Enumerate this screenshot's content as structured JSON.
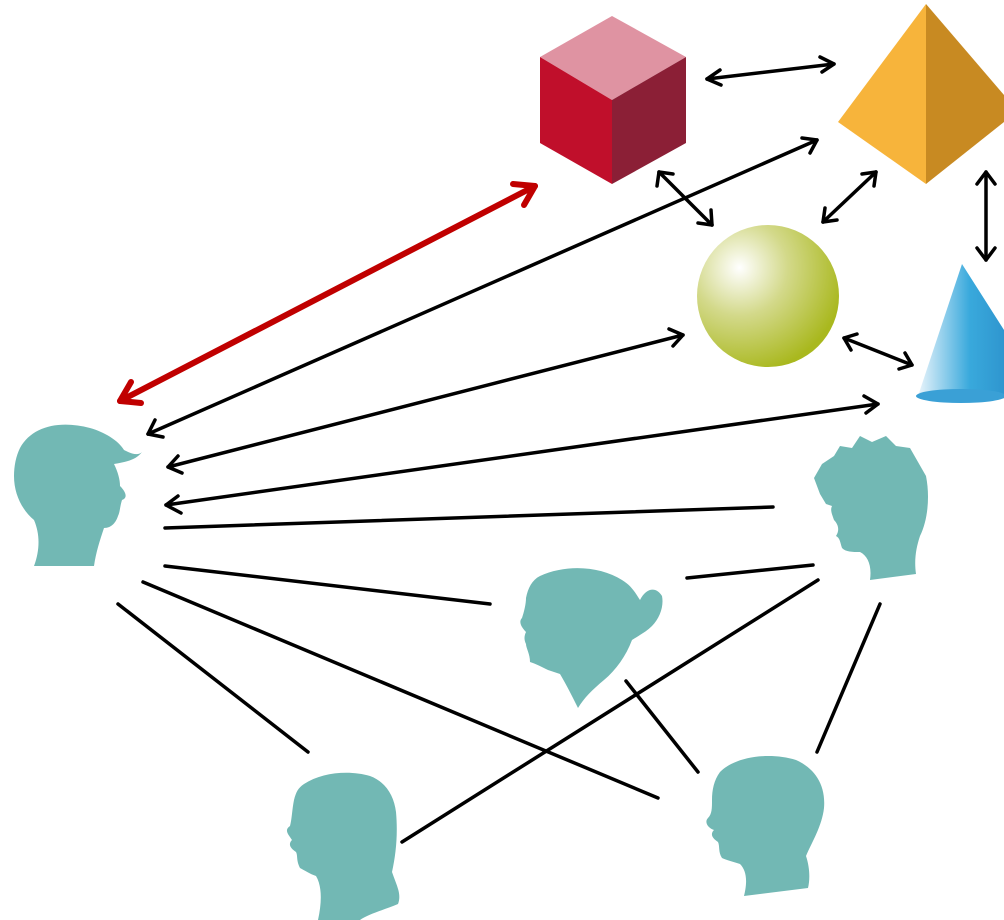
{
  "colors": {
    "background": "#ffffff",
    "person": "#72b8b4",
    "cube_top": "#df93a2",
    "cube_front": "#c00f2b",
    "cube_side": "#8b1f36",
    "pyramid_left": "#f7b43b",
    "pyramid_right": "#c88a22",
    "sphere": "#a9b81e",
    "cone": "#39a9dc",
    "link": "#000000",
    "highlight": "#c00000"
  },
  "shapes": [
    "cube",
    "pyramid",
    "sphere",
    "cone"
  ],
  "people": [
    "person-cap",
    "person-spiky",
    "person-bun",
    "person-woman",
    "person-man"
  ],
  "relations": {
    "object_links": [
      [
        "cube",
        "pyramid"
      ],
      [
        "cube",
        "sphere"
      ],
      [
        "pyramid",
        "sphere"
      ],
      [
        "pyramid",
        "cone"
      ],
      [
        "sphere",
        "cone"
      ]
    ],
    "person_object_links": [
      [
        "person-cap",
        "cube",
        "highlighted"
      ],
      [
        "person-cap",
        "pyramid"
      ],
      [
        "person-cap",
        "sphere"
      ],
      [
        "person-cap",
        "cone"
      ]
    ],
    "person_links": [
      [
        "person-spiky",
        "person-cap"
      ],
      [
        "person-cap",
        "person-bun"
      ],
      [
        "person-cap",
        "person-woman"
      ],
      [
        "person-cap",
        "person-man"
      ],
      [
        "person-bun",
        "person-spiky"
      ],
      [
        "person-bun",
        "person-man"
      ],
      [
        "person-spiky",
        "person-woman"
      ],
      [
        "person-spiky",
        "person-man"
      ]
    ]
  }
}
